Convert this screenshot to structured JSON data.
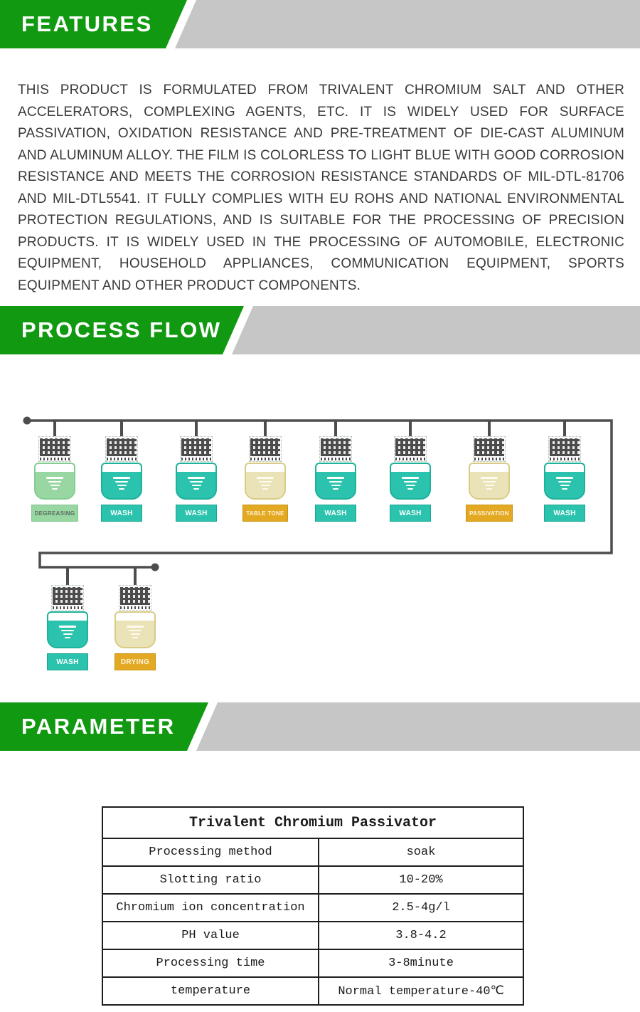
{
  "colors": {
    "accent_green": "#119a11",
    "banner_gray": "#c6c6c6",
    "teal": "#2bc3ad",
    "light_green": "#98d7a2",
    "khaki": "#eae3b8",
    "gold": "#e4a922",
    "line_gray": "#4d4d4d"
  },
  "icons": {
    "rack": "parts-rack-mesh",
    "water": "water-level-lines",
    "node_dot": "line-endpoint-dot"
  },
  "sections": {
    "features": {
      "title": "FEATURES",
      "body": "THIS PRODUCT IS FORMULATED FROM TRIVALENT CHROMIUM SALT AND OTHER ACCELERATORS, COMPLEXING AGENTS, ETC. IT IS WIDELY USED FOR SURFACE PASSIVATION, OXIDATION RESISTANCE AND PRE-TREATMENT OF DIE-CAST ALUMINUM AND ALUMINUM ALLOY. THE FILM IS COLORLESS TO LIGHT BLUE WITH GOOD CORROSION RESISTANCE AND MEETS THE CORROSION RESISTANCE STANDARDS OF MIL-DTL-81706 AND MIL-DTL5541. IT FULLY COMPLIES WITH EU ROHS AND NATIONAL ENVIRONMENTAL PROTECTION REGULATIONS, AND IS SUITABLE FOR THE PROCESSING OF PRECISION PRODUCTS. IT IS WIDELY USED IN THE PROCESSING OF AUTOMOBILE, ELECTRONIC EQUIPMENT, HOUSEHOLD APPLIANCES, COMMUNICATION EQUIPMENT, SPORTS EQUIPMENT AND OTHER PRODUCT COMPONENTS."
    },
    "process_flow": {
      "title": "PROCESS FLOW",
      "stations": [
        {
          "label": "DEGREASING",
          "type": "degreasing-tank"
        },
        {
          "label": "WASH",
          "type": "wash-tank"
        },
        {
          "label": "WASH",
          "type": "wash-tank"
        },
        {
          "label": "TABLE TONE",
          "type": "chemical-tank"
        },
        {
          "label": "WASH",
          "type": "wash-tank"
        },
        {
          "label": "WASH",
          "type": "wash-tank"
        },
        {
          "label": "PASSIVATION",
          "type": "chemical-tank"
        },
        {
          "label": "WASH",
          "type": "wash-tank"
        },
        {
          "label": "WASH",
          "type": "wash-tank"
        },
        {
          "label": "DRYING",
          "type": "drying-tank"
        }
      ]
    },
    "parameter": {
      "title": "PARAMETER",
      "table": {
        "title": "Trivalent Chromium Passivator",
        "rows": [
          {
            "name": "Processing method",
            "value": "soak"
          },
          {
            "name": "Slotting ratio",
            "value": "10-20%"
          },
          {
            "name": "Chromium ion concentration",
            "value": "2.5-4g/l"
          },
          {
            "name": "PH value",
            "value": "3.8-4.2"
          },
          {
            "name": "Processing time",
            "value": "3-8minute"
          },
          {
            "name": "temperature",
            "value": "Normal temperature-40℃"
          }
        ]
      }
    }
  }
}
